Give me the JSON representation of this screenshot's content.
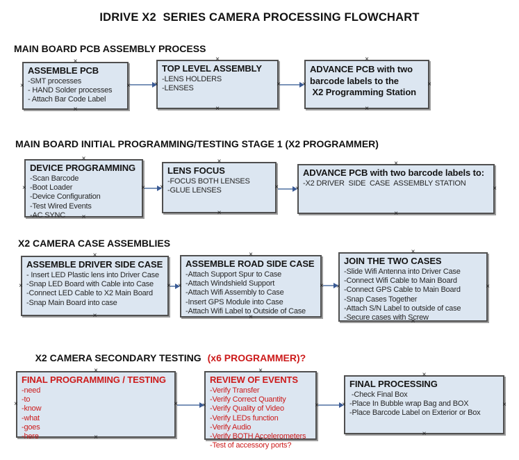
{
  "title": "IDRIVE X2  SERIES CAMERA PROCESSING FLOWCHART",
  "colors": {
    "box_fill": "#dce6f1",
    "box_border": "#4f4f4f",
    "box_shadow": "#9e9e9e",
    "arrow_line": "#7a93b8",
    "arrow_head": "#3a5a94",
    "accent_red": "#cc1a1a",
    "text_black": "#141414"
  },
  "sections": [
    {
      "heading": "MAIN BOARD PCB ASSEMBLY PROCESS",
      "boxes": [
        {
          "title": "ASSEMBLE PCB",
          "items": [
            "-SMT processes",
            "- HAND Solder processes",
            "- Attach Bar Code Label"
          ]
        },
        {
          "title": "TOP LEVEL ASSEMBLY",
          "items": [
            "-LENS HOLDERS",
            "-LENSES"
          ]
        },
        {
          "title": "",
          "items": [
            "ADVANCE PCB with two",
            "barcode labels to the",
            " X2 Programming Station"
          ]
        }
      ]
    },
    {
      "heading": "MAIN BOARD INITIAL PROGRAMMING/TESTING STAGE 1 (X2 PROGRAMMER)",
      "boxes": [
        {
          "title": "DEVICE PROGRAMMING",
          "items": [
            "-Scan Barcode",
            "-Boot Loader",
            "-Device Configuration",
            "-Test Wired Events",
            "-AC SYNC"
          ]
        },
        {
          "title": "LENS FOCUS",
          "items": [
            "-FOCUS BOTH LENSES",
            "-GLUE LENSES"
          ]
        },
        {
          "title": "ADVANCE PCB with two barcode labels to:",
          "items": [
            "-X2 DRIVER  SIDE  CASE  ASSEMBLY STATION"
          ]
        }
      ]
    },
    {
      "heading": "X2 CAMERA CASE ASSEMBLIES",
      "boxes": [
        {
          "title": "ASSEMBLE DRIVER SIDE CASE",
          "items": [
            "- Insert LED Plastic lens into Driver Case",
            "-Snap LED Board with Cable into Case",
            "-Connect LED Cable to X2 Main Board",
            "-Snap Main Board into case"
          ]
        },
        {
          "title": "ASSEMBLE ROAD SIDE CASE",
          "items": [
            "-Attach Support Spur to Case",
            "-Attach Windshield Support",
            "-Attach Wifi Assembly to Case",
            "-Insert GPS Module into Case",
            "-Attach Wifi Label to Outside of Case"
          ]
        },
        {
          "title": "JOIN THE TWO CASES",
          "items": [
            "-Slide Wifi Antenna into Driver Case",
            "-Connect Wifi Cable to Main Board",
            "-Connect GPS Cable to Main Board",
            "-Snap Cases Together",
            "-Attach S/N Label to outside of case",
            "-Secure cases with Screw"
          ]
        }
      ]
    },
    {
      "heading": "X2 CAMERA SECONDARY TESTING",
      "heading_suffix": "(x6 PROGRAMMER)?",
      "boxes": [
        {
          "title": "FINAL PROGRAMMING / TESTING",
          "items": [
            "-need",
            "-to",
            "-know",
            "-what",
            "-goes",
            "-here"
          ]
        },
        {
          "title": "REVIEW OF EVENTS",
          "items": [
            "-Verify Transfer",
            "-Verify Correct Quantity",
            "-Verify Quality of Video",
            "-Verify LEDs function",
            "-Verify Audio",
            "-Verify BOTH Accelerometers",
            "-Test of accessory ports?"
          ]
        },
        {
          "title": "FINAL PROCESSING",
          "items": [
            " -Check Final Box",
            "-Place In Bubble wrap Bag and BOX",
            "-Place Barcode Label on Exterior or Box"
          ]
        }
      ]
    }
  ]
}
